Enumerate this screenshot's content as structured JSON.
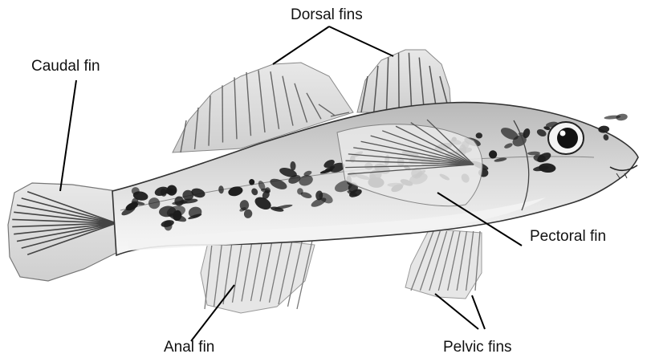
{
  "figure": {
    "labels": {
      "dorsal": "Dorsal fins",
      "caudal": "Caudal fin",
      "pectoral": "Pectoral fin",
      "anal": "Anal fin",
      "pelvic": "Pelvic fins"
    },
    "colors": {
      "background": "#ffffff",
      "body_light": "#d9d9d9",
      "belly": "#f2f2f2",
      "pattern_dark": "#1c1c1c",
      "fin_ray": "#555555",
      "leader_line": "#000000"
    },
    "icons": [
      "fish-illustration"
    ]
  }
}
